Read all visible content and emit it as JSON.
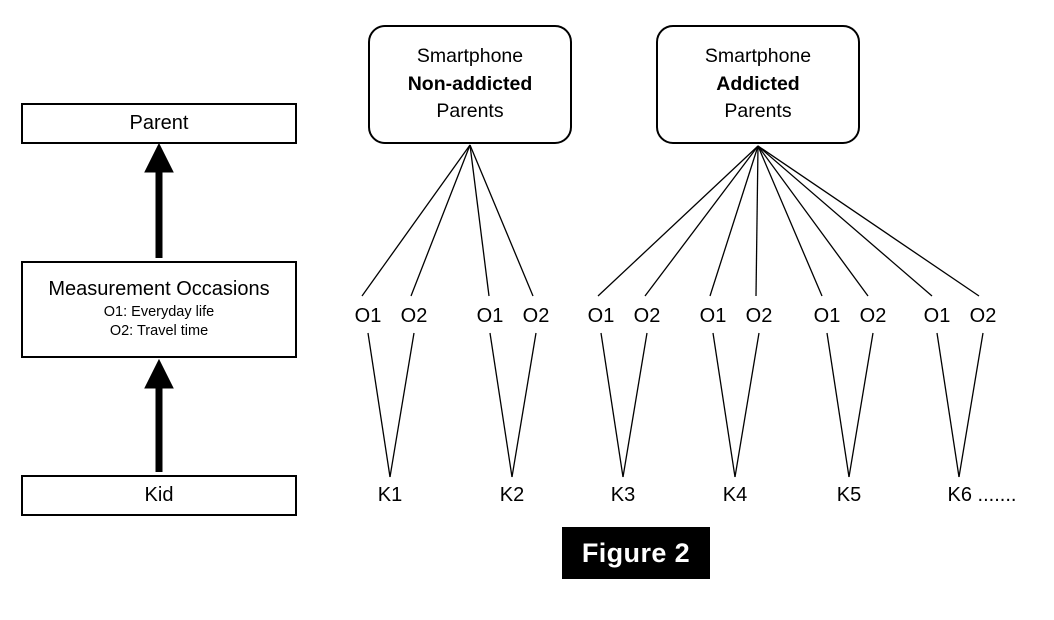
{
  "figure": {
    "caption": "Figure 2",
    "caption_bg": "#000000",
    "caption_fg": "#ffffff"
  },
  "left_model": {
    "levels": [
      {
        "id": "parent",
        "title": "Parent",
        "sublines": []
      },
      {
        "id": "measurement-occasions",
        "title": "Measurement Occasions",
        "sublines": [
          "O1: Everyday life",
          "O2: Travel time"
        ]
      },
      {
        "id": "kid",
        "title": "Kid",
        "sublines": []
      }
    ],
    "arrows": [
      {
        "from": "measurement-occasions",
        "to": "parent"
      },
      {
        "from": "kid",
        "to": "measurement-occasions"
      }
    ]
  },
  "right_model": {
    "groups": [
      {
        "id": "nonaddicted",
        "lines": [
          {
            "text": "Smartphone",
            "bold": false
          },
          {
            "text": "Non-addicted",
            "bold": true
          },
          {
            "text": "Parents",
            "bold": false
          }
        ],
        "kids": [
          "K1",
          "K2"
        ],
        "occasions_per_kid": [
          "O1",
          "O2"
        ]
      },
      {
        "id": "addicted",
        "lines": [
          {
            "text": "Smartphone",
            "bold": false
          },
          {
            "text": "Addicted",
            "bold": true
          },
          {
            "text": "Parents",
            "bold": false
          }
        ],
        "kids": [
          "K3",
          "K4",
          "K5",
          "K6 ......."
        ],
        "occasions_per_kid": [
          "O1",
          "O2"
        ]
      }
    ],
    "occasion_labels": [
      "O1",
      "O2",
      "O1",
      "O2",
      "O1",
      "O2",
      "O1",
      "O2",
      "O1",
      "O2",
      "O1",
      "O2"
    ],
    "kid_labels": [
      "K1",
      "K2",
      "K3",
      "K4",
      "K5",
      "K6 ......."
    ]
  },
  "style": {
    "line_color": "#000000",
    "box_fill": "#ffffff",
    "page_bg": "#ffffff"
  }
}
